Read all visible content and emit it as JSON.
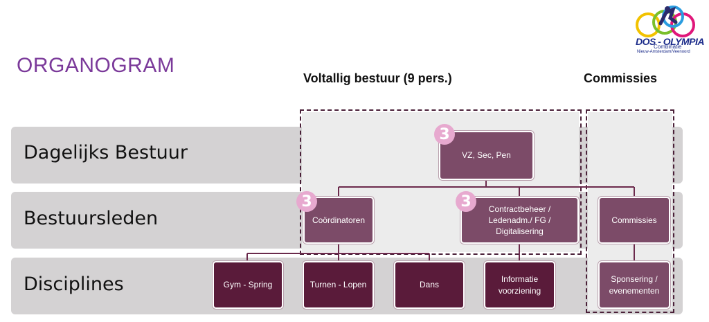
{
  "title": "ORGANOGRAM",
  "column_headers": {
    "board": "Voltallig bestuur (9 pers.)",
    "committees": "Commissies"
  },
  "rows": {
    "daily": "Dagelijks Bestuur",
    "members": "Bestuursleden",
    "disciplines": "Disciplines"
  },
  "nodes": {
    "vz": "VZ, Sec, Pen",
    "coordinators": "Coördinatoren",
    "contract": "Contractbeheer /\nLedenadm./ FG /\nDigitalisering",
    "committees": "Commissies",
    "gym": "Gym - Spring",
    "turnen": "Turnen - Lopen",
    "dans": "Dans",
    "informatie": "Informatie\nvoorziening",
    "sponsoring": "Sponsering /\nevenementen"
  },
  "badges": {
    "vz": "3",
    "coordinators": "3",
    "contract": "3"
  },
  "logo": {
    "name": "DOS - OLYMPIA",
    "line1": "Combinatie",
    "line2": "Nieuw-Amsterdam/Veenoord"
  },
  "colors": {
    "title": "#7b3a9a",
    "band": "#d4d2d3",
    "node_mid": "#7c4b68",
    "node_dark": "#5a1b3a",
    "badge": "#e7a9cf",
    "dashed_border": "#4a2038"
  }
}
